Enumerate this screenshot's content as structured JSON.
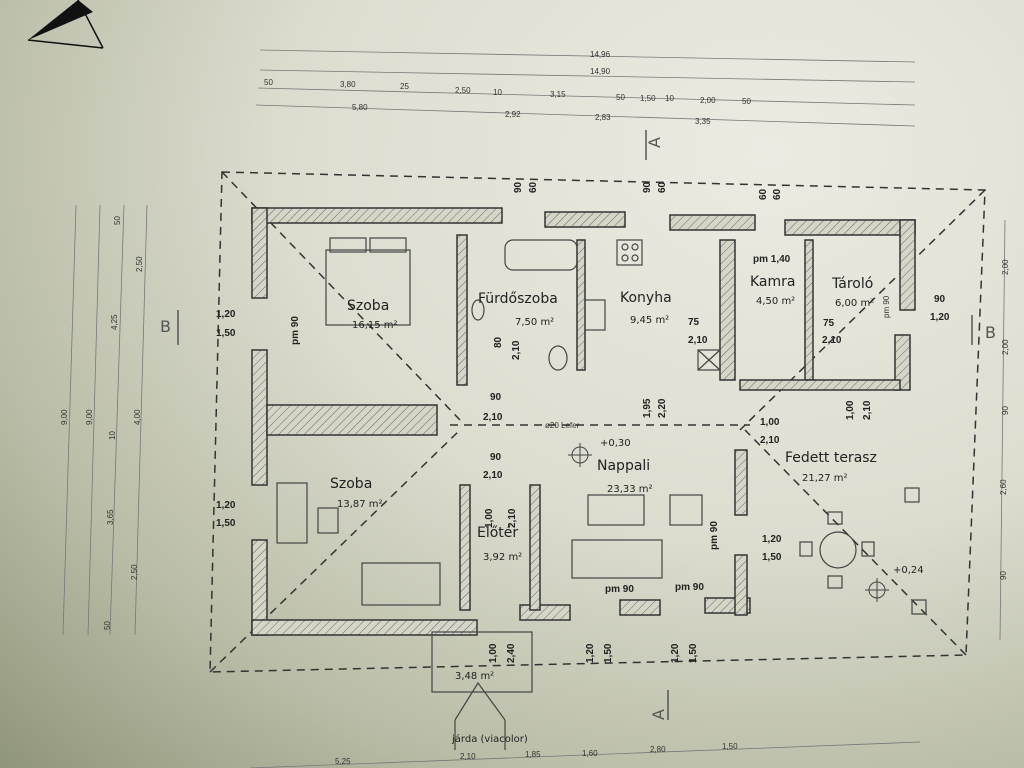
{
  "dimensions_top": {
    "overall_1": "14,96",
    "overall_2": "14,90",
    "row3": [
      "50",
      "3,80",
      "25",
      "2,50",
      "10",
      "3,15",
      "50",
      "1,50",
      "10",
      "2,00",
      "50"
    ],
    "row4": [
      "5,80",
      "2,92",
      "2,83",
      "3,35"
    ]
  },
  "dimensions_left": [
    "9,00",
    "9,00",
    "50",
    "4,25",
    "10",
    "3,65",
    "50",
    "2,50",
    "4,00",
    "2,50"
  ],
  "dimensions_right": [
    "2,00",
    "2,00",
    "90",
    "2,60",
    "90"
  ],
  "dimensions_bottom": [
    "5,25",
    "2,10",
    "1,85",
    "1,60",
    "2,80",
    "1,50"
  ],
  "section_marks": {
    "a_top": "A",
    "a_bottom": "A",
    "b_left": "B",
    "b_right": "B"
  },
  "rooms": [
    {
      "name": "Szoba",
      "area": "16,15 m²"
    },
    {
      "name": "Fürdőszoba",
      "area": "7,50 m²"
    },
    {
      "name": "Konyha",
      "area": "9,45 m²"
    },
    {
      "name": "Kamra",
      "area": "4,50 m²"
    },
    {
      "name": "Tároló",
      "area": "6,00 m²"
    },
    {
      "name": "Szoba",
      "area": "13,87 m²"
    },
    {
      "name": "Előtér",
      "area": "3,92 m²"
    },
    {
      "name": "Nappali",
      "area": "23,33 m²"
    },
    {
      "name": "Fedett terasz",
      "area": "21,27 m²"
    }
  ],
  "openings": {
    "top_90_60_a": "90",
    "top_90_60_b": "60",
    "top_90_60_c": "90",
    "top_90_60_d": "60",
    "top_60_60_a": "60",
    "top_60_60_b": "60",
    "left_win_1a": "1,20",
    "left_win_1b": "1,50",
    "left_win_2a": "1,20",
    "left_win_2b": "1,50",
    "pm90_left": "pm 90",
    "pm140": "pm 1,40",
    "bath_door_a": "80",
    "bath_door_b": "2,10",
    "room_door_a": "90",
    "room_door_b": "2,10",
    "room2_door_a": "90",
    "room2_door_b": "2,10",
    "kitchen_door_a": "75",
    "kitchen_door_b": "2,10",
    "storage_door_a": "75",
    "storage_door_b": "2,10",
    "living_a": "1,95",
    "living_b": "2,20",
    "drain": "ø20 Lefer",
    "level_living": "+0,30",
    "entry_a": "1,00",
    "entry_b": "2,10",
    "terrace_door_a": "1,00",
    "terrace_door_b": "2,10",
    "terrace_door2_a": "1,00",
    "terrace_door2_b": "2,10",
    "right_win_a": "90",
    "right_win_b": "1,20",
    "pm90_tarolo": "pm 90",
    "pm90_living_1": "pm 90",
    "pm90_living_2": "pm 90",
    "pm90_living_3": "pm 90",
    "terrace_win_a": "1,20",
    "terrace_win_b": "1,50",
    "level_terrace": "+0,24",
    "bottom_1a": "1,00",
    "bottom_1b": "2,40",
    "bottom_2a": "1,20",
    "bottom_2b": "1,50",
    "bottom_3a": "1,20",
    "bottom_3b": "1,50"
  },
  "porch_area": "3,48 m²",
  "sidewalk_label": "járda (viacolor)"
}
